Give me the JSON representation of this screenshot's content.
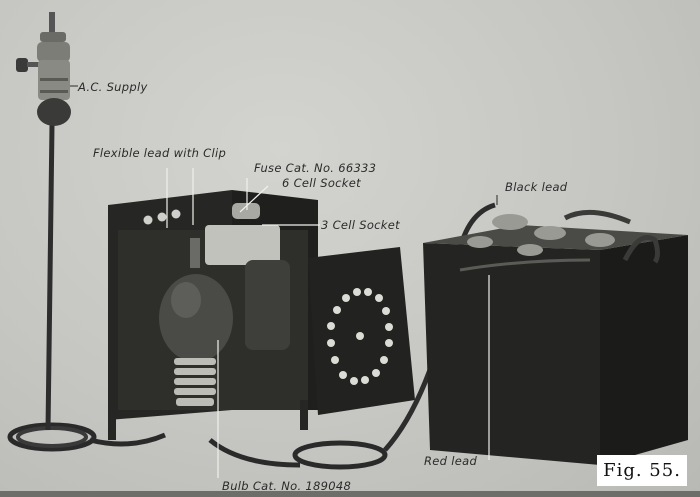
{
  "figure": {
    "caption": "Fig. 55.",
    "background_color": "#c9c9c5"
  },
  "labels": {
    "ac_supply": "A.C. Supply",
    "flexible_lead": "Flexible lead with Clip",
    "fuse": "Fuse Cat. No. 66333",
    "six_cell_socket": "6 Cell Socket",
    "three_cell_socket": "3 Cell Socket",
    "black_lead": "Black lead",
    "bulb": "Bulb Cat. No. 189048",
    "red_lead": "Red lead"
  },
  "components": {
    "lamp_socket": "ac-supply-socket",
    "charger": "rectifier-charger-housing",
    "cover_panel": "charger-cover-with-vent-holes",
    "battery": "storage-battery",
    "vent_hole_count": 16
  }
}
